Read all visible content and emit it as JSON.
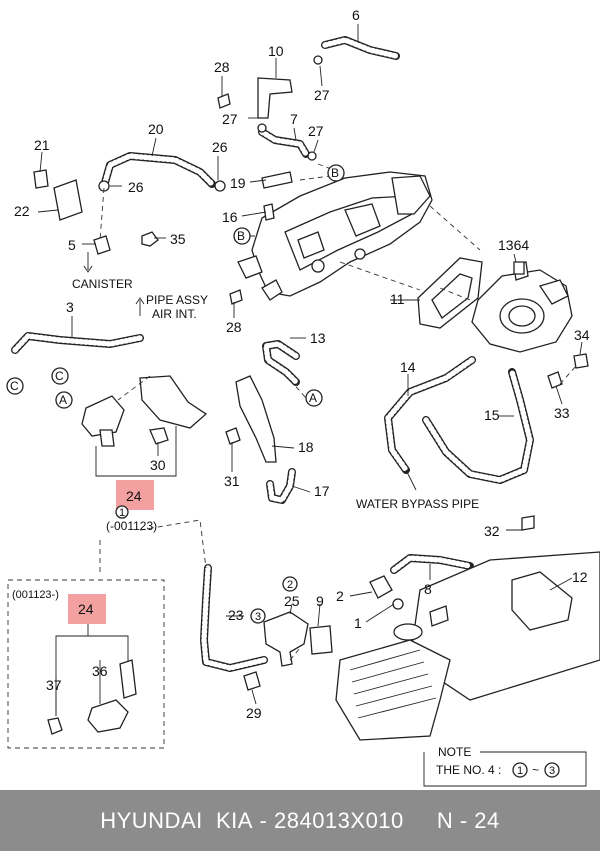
{
  "callouts": {
    "n1": "1",
    "n2": "2",
    "n3": "3",
    "n5": "5",
    "n6": "6",
    "n7": "7",
    "n8": "8",
    "n9": "9",
    "n10": "10",
    "n11": "11",
    "n12": "12",
    "n13": "13",
    "n14": "14",
    "n15": "15",
    "n16": "16",
    "n17": "17",
    "n18": "18",
    "n19": "19",
    "n20": "20",
    "n21": "21",
    "n22": "22",
    "n23": "23",
    "n25": "25",
    "n26a": "26",
    "n26b": "26",
    "n27a": "27",
    "n27b": "27",
    "n27c": "27",
    "n28a": "28",
    "n28b": "28",
    "n29": "29",
    "n30": "30",
    "n31": "31",
    "n32": "32",
    "n33": "33",
    "n34": "34",
    "n35": "35",
    "n36": "36",
    "n37": "37",
    "n1364": "1364",
    "n24_main": "24",
    "n24_inset": "24"
  },
  "refs": {
    "A": "A",
    "B": "B",
    "C": "C",
    "circ1": "1",
    "circ2": "2",
    "circ3": "3",
    "circ3b": "3"
  },
  "labels": {
    "canister": "CANISTER",
    "pipe_assy_1": "PIPE ASSY",
    "pipe_assy_2": "AIR INT.",
    "water_bypass": "WATER BYPASS PIPE",
    "range_upto": "(-001123)",
    "range_from": "(001123-)"
  },
  "note": {
    "title": "NOTE",
    "text_prefix": "THE NO. 4 :",
    "from": "1",
    "sep": "~",
    "to": "3"
  },
  "footer": {
    "brand": "HYUNDAI  KIA",
    "sep1": " - ",
    "part_number": "284013X010",
    "gap": "     ",
    "page": "N - 24"
  },
  "colors": {
    "highlight": "#f3a0a0",
    "footer_bg": "#8c8c8c",
    "footer_text": "#ffffff"
  }
}
